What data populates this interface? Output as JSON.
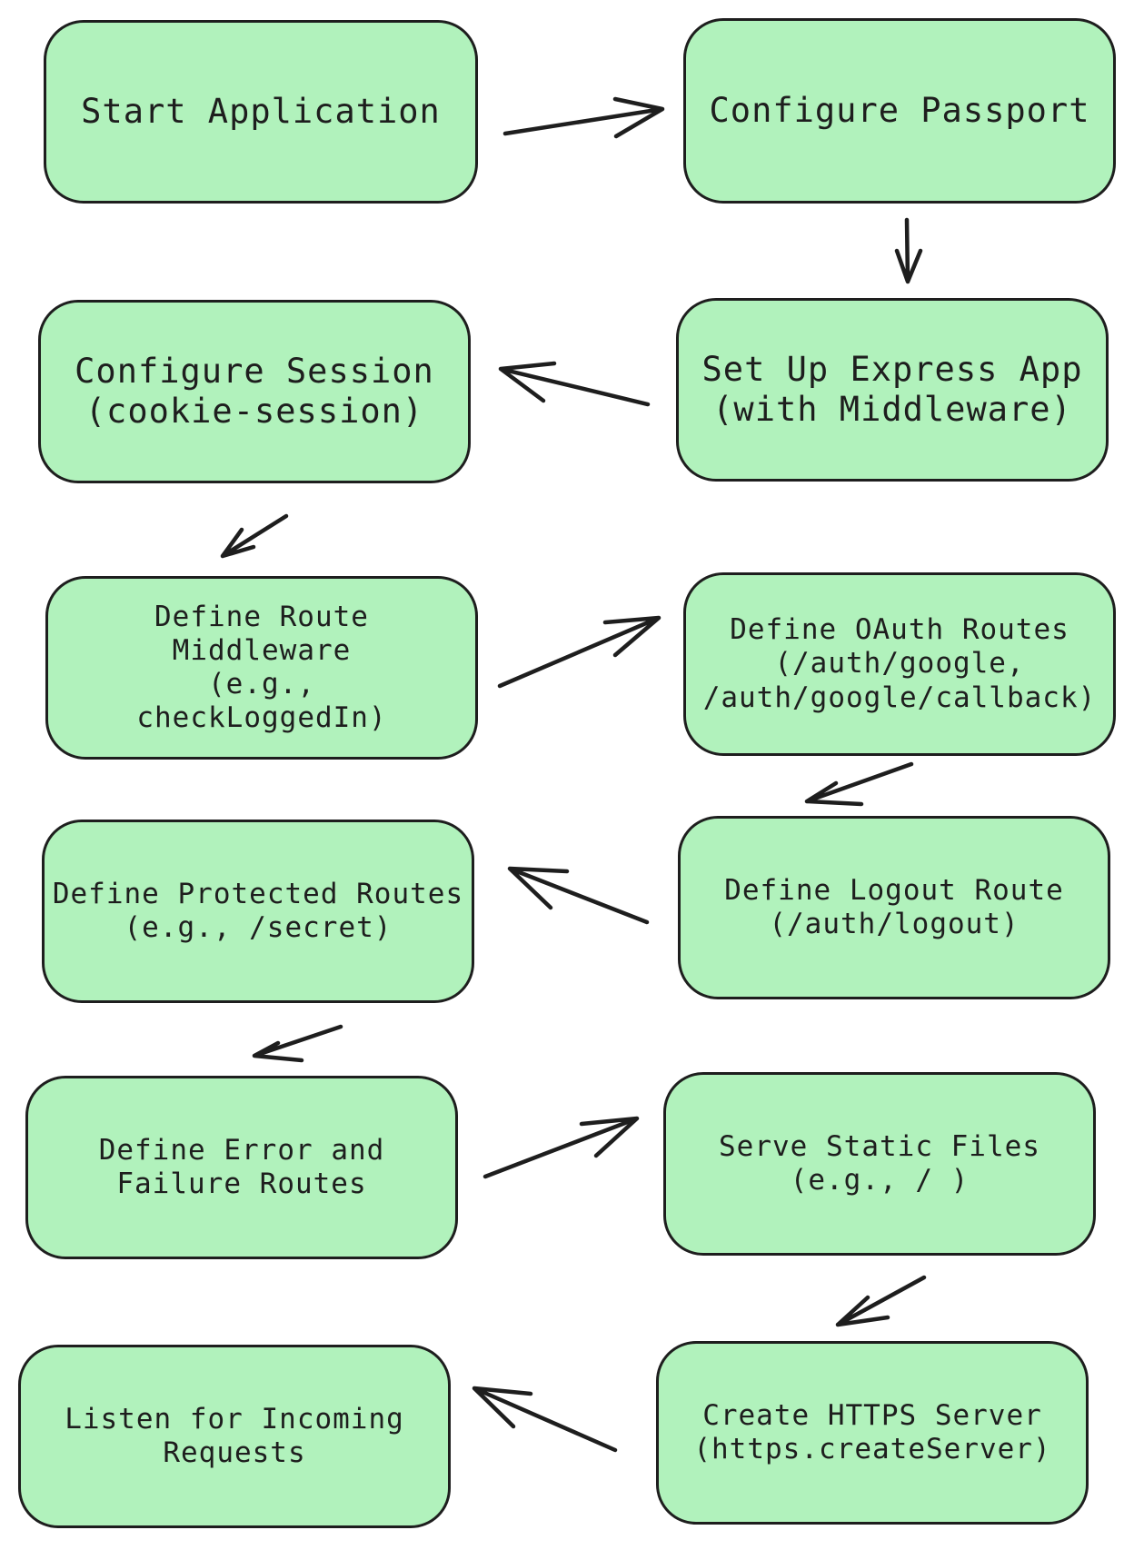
{
  "nodes": {
    "start_application": "Start Application",
    "configure_passport": "Configure Passport",
    "set_up_express_app": "Set Up Express App\n(with Middleware)",
    "configure_session": "Configure Session\n(cookie-session)",
    "define_route_middleware": "Define Route\nMiddleware\n(e.g.,\ncheckLoggedIn)",
    "define_oauth_routes": "Define OAuth Routes\n(/auth/google,\n/auth/google/callback)",
    "define_logout_route": "Define Logout Route\n(/auth/logout)",
    "define_protected_routes": "Define Protected Routes\n(e.g., /secret)",
    "define_error_failure_routes": "Define Error and\nFailure Routes",
    "serve_static_files": "Serve Static Files\n(e.g., / )",
    "create_https_server": "Create HTTPS Server\n(https.createServer)",
    "listen_incoming_requests": "Listen for Incoming\nRequests"
  },
  "colors": {
    "node_fill": "#b1f2bc",
    "stroke": "#1e1e1e",
    "background": "#ffffff"
  }
}
